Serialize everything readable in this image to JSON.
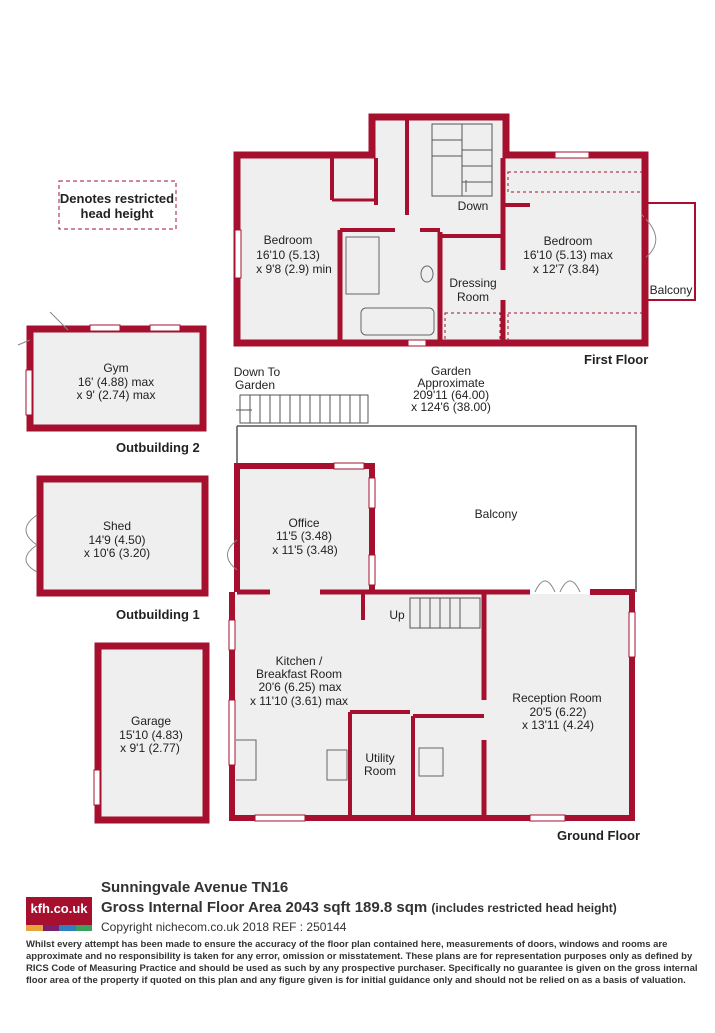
{
  "colors": {
    "wall": "#a6102e",
    "room": "#efefef",
    "text": "#222222"
  },
  "legend": {
    "text_1": "Denotes restricted",
    "text_2": "head height"
  },
  "first_floor": {
    "title": "First Floor",
    "bedroom_left": {
      "name": "Bedroom",
      "dim1": "16'10 (5.13)",
      "dim2": "x 9'8 (2.9) min"
    },
    "bedroom_right": {
      "name": "Bedroom",
      "dim1": "16'10 (5.13) max",
      "dim2": "x 12'7 (3.84)"
    },
    "dressing_room": {
      "line1": "Dressing",
      "line2": "Room"
    },
    "stairs_label": "Down",
    "balcony": "Balcony"
  },
  "garden": {
    "line1": "Garden",
    "line2": "Approximate",
    "line3": "209'11 (64.00)",
    "line4": "x 124'6 (38.00)"
  },
  "down_to_garden": {
    "line1": "Down To",
    "line2": "Garden"
  },
  "outbuilding_2": {
    "title": "Outbuilding 2",
    "name": "Gym",
    "dim1": "16' (4.88) max",
    "dim2": "x 9' (2.74) max"
  },
  "outbuilding_1": {
    "title": "Outbuilding 1",
    "name": "Shed",
    "dim1": "14'9 (4.50)",
    "dim2": "x 10'6 (3.20)"
  },
  "garage": {
    "name": "Garage",
    "dim1": "15'10 (4.83)",
    "dim2": "x 9'1 (2.77)"
  },
  "ground_floor": {
    "title": "Ground Floor",
    "balcony": "Balcony",
    "office": {
      "name": "Office",
      "dim1": "11'5 (3.48)",
      "dim2": "x 11'5 (3.48)"
    },
    "kitchen": {
      "line1": "Kitchen /",
      "line2": "Breakfast Room",
      "dim1": "20'6 (6.25) max",
      "dim2": "x 11'10 (3.61) max"
    },
    "reception": {
      "name": "Reception Room",
      "dim1": "20'5 (6.22)",
      "dim2": "x 13'11 (4.24)"
    },
    "utility": {
      "line1": "Utility",
      "line2": "Room"
    },
    "stairs_label": "Up"
  },
  "footer": {
    "address": "Sunningvale Avenue  TN16",
    "gia_main": "Gross Internal Floor Area 2043 sqft 189.8 sqm",
    "gia_note": "(includes restricted head height)",
    "copyright": "Copyright nichecom.co.uk 2018 REF : 250144",
    "logo": "kfh.co.uk",
    "logo_stripe_colors": [
      "#e8a33d",
      "#7a1f6e",
      "#2f7fc1",
      "#3aa05a"
    ],
    "disclaimer": "Whilst every attempt has been made to ensure the accuracy of the floor plan contained here, measurements of doors, windows and rooms are approximate and no responsibility is taken for any error, omission or misstatement.  These plans are for representation purposes only as defined by RICS Code of Measuring Practice and should be used as such by any prospective purchaser.  Specifically no guarantee is given on the gross internal floor area of the property if quoted on this plan and any figure given is for initial guidance only and should not be relied on as a basis of valuation."
  }
}
